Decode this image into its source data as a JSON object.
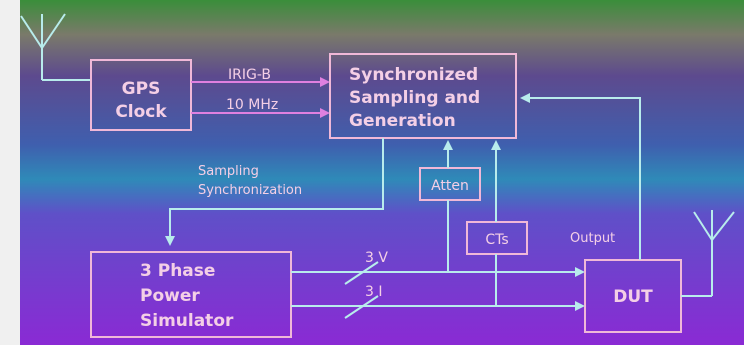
{
  "blocks": {
    "gps_clock": [
      "GPS",
      "Clock"
    ],
    "sync": [
      "Synchronized",
      "Sampling and",
      "Generation"
    ],
    "simulator": [
      "3 Phase",
      "Power",
      "Simulator"
    ],
    "atten": "Atten",
    "cts": "CTs",
    "dut": "DUT"
  },
  "signals": {
    "irig": "IRIG-B",
    "mhz": "10 MHz",
    "sampling_sync": [
      "Sampling",
      "Synchronization"
    ],
    "output": "Output",
    "v3": "3 V",
    "i3": "3 I"
  },
  "colors": {
    "line": "#b8ecec",
    "text": "#f4cfe6",
    "box": "#f0b8d8",
    "gps_arrow": "#e080e0"
  }
}
